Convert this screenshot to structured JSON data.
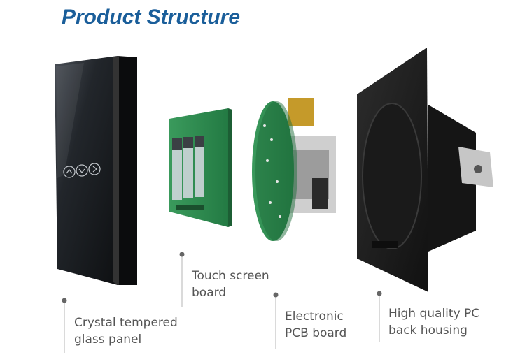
{
  "title": "Product Structure",
  "components": [
    {
      "name": "glass-panel",
      "label_lines": [
        "Crystal tempered",
        "glass panel"
      ]
    },
    {
      "name": "touch-board",
      "label_lines": [
        "Touch screen",
        "board"
      ]
    },
    {
      "name": "pcb-board",
      "label_lines": [
        "Electronic",
        "PCB board"
      ]
    },
    {
      "name": "back-housing",
      "label_lines": [
        "High quality PC",
        "back housing"
      ]
    }
  ],
  "colors": {
    "title": "#1a5e9a",
    "label_text": "#555555",
    "glass": "#1b1e22",
    "pcb_green": "#2e8a4e",
    "housing": "#222222"
  }
}
